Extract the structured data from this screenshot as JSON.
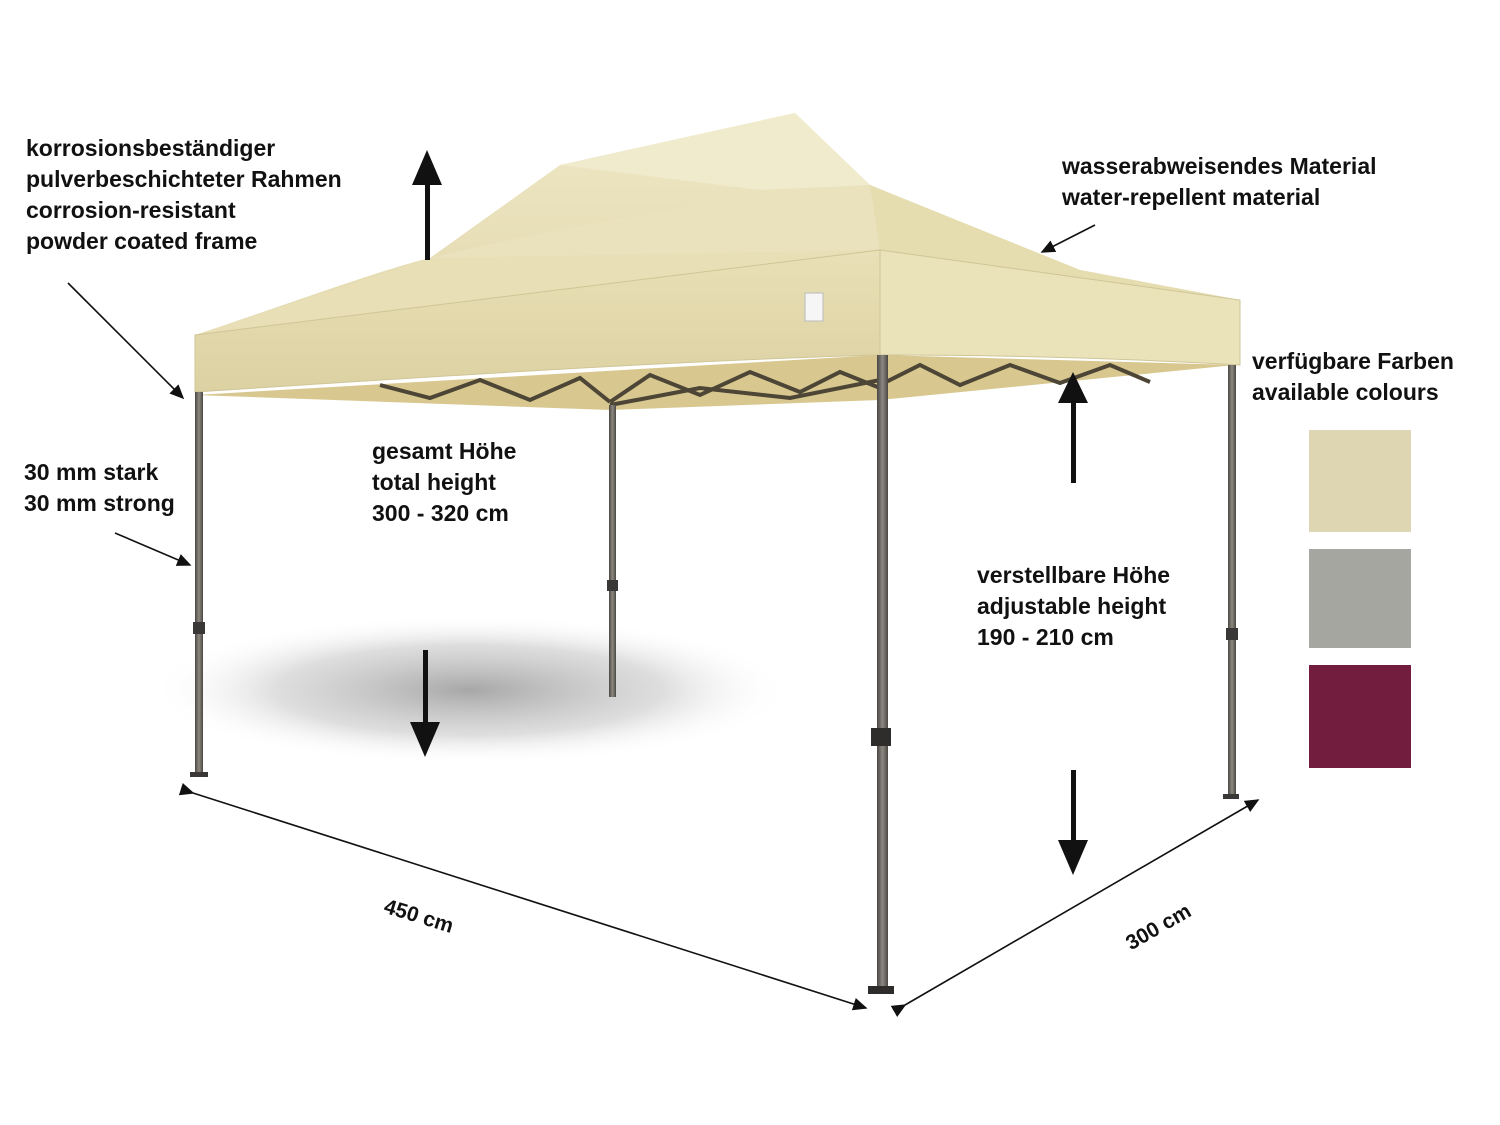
{
  "product": {
    "type": "pop-up gazebo / canopy tent"
  },
  "annotations": {
    "frame": {
      "lines": [
        "korrosionsbeständiger",
        "pulverbeschichteter Rahmen",
        "corrosion-resistant",
        "powder coated frame"
      ]
    },
    "material": {
      "lines": [
        "wasserabweisendes Material",
        "water-repellent material"
      ]
    },
    "colours_heading": {
      "lines": [
        "verfügbare Farben",
        "available colours"
      ]
    },
    "leg_strength": {
      "lines": [
        "30 mm stark",
        "30 mm strong"
      ]
    },
    "total_height": {
      "lines": [
        "gesamt Höhe",
        "total height",
        "300 - 320 cm"
      ]
    },
    "adjustable_height": {
      "lines": [
        "verstellbare Höhe",
        "adjustable height",
        "190 - 210 cm"
      ]
    }
  },
  "dimensions": {
    "length": "450 cm",
    "width": "300 cm"
  },
  "colours": [
    {
      "name": "beige",
      "hex": "#DED6B2"
    },
    {
      "name": "grey",
      "hex": "#A6A6A1"
    },
    {
      "name": "bordeaux",
      "hex": "#721D3E"
    }
  ],
  "palette": {
    "canopy": "#E6DDB5",
    "canopy_light": "#F0EACB",
    "canopy_shadow": "#CFC597",
    "frame": "#6E6A63",
    "text": "#111111"
  }
}
